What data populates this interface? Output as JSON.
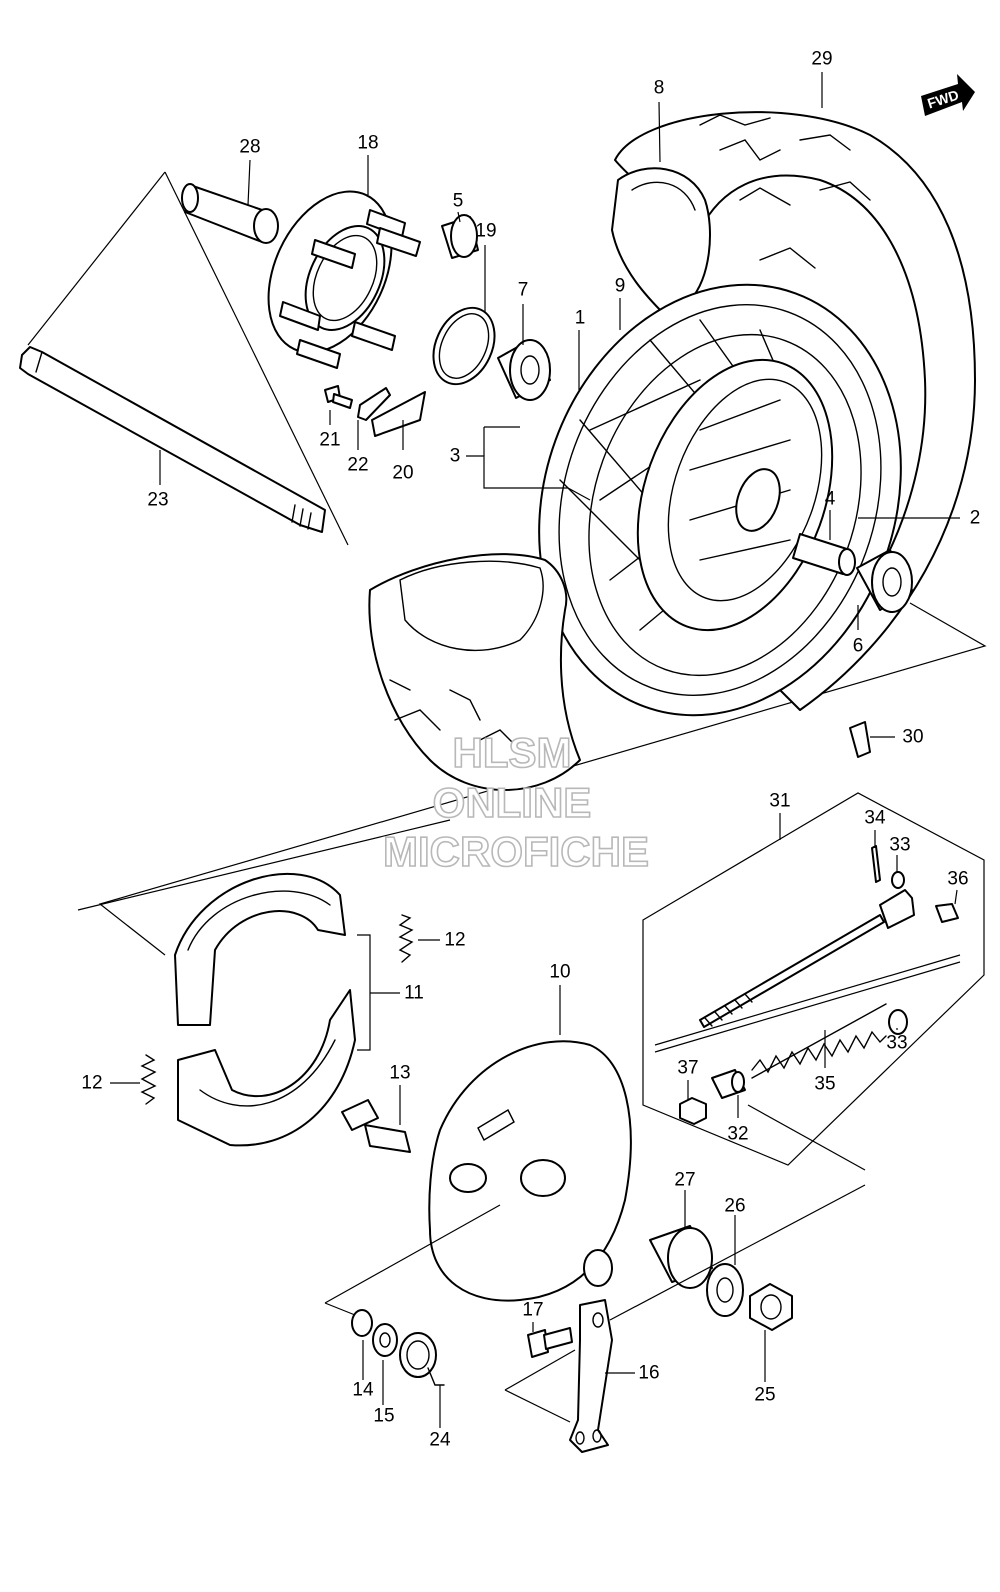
{
  "fwd_label": "FWD",
  "watermark": [
    "HLSM",
    "ONLINE",
    "MICROFICHE"
  ],
  "callouts": {
    "c1": "1",
    "c2": "2",
    "c3": "3",
    "c4": "4",
    "c5": "5",
    "c6": "6",
    "c7": "7",
    "c8": "8",
    "c9": "9",
    "c10": "10",
    "c11": "11",
    "c12a": "12",
    "c12b": "12",
    "c13": "13",
    "c14": "14",
    "c15": "15",
    "c16": "16",
    "c17": "17",
    "c18": "18",
    "c19": "19",
    "c20": "20",
    "c21": "21",
    "c22": "22",
    "c23": "23",
    "c24": "24",
    "c25": "25",
    "c26": "26",
    "c27": "27",
    "c28": "28",
    "c29": "29",
    "c30": "30",
    "c31": "31",
    "c32": "32",
    "c33a": "33",
    "c33b": "33",
    "c34": "34",
    "c35": "35",
    "c36": "36",
    "c37": "37"
  }
}
